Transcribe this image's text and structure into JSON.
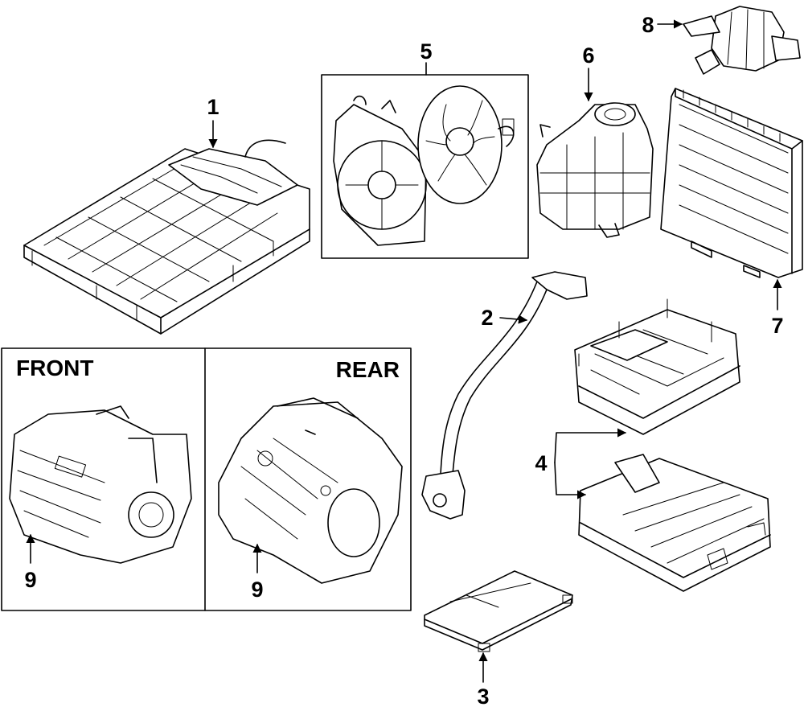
{
  "callouts": {
    "c1": "1",
    "c2": "2",
    "c3": "3",
    "c4": "4",
    "c5": "5",
    "c6": "6",
    "c7": "7",
    "c8": "8",
    "c9_front": "9",
    "c9_rear": "9"
  },
  "panels": {
    "front_label": "FRONT",
    "rear_label": "REAR"
  },
  "icons": {
    "battery": "battery-tray-icon",
    "cable": "hv-cable-icon",
    "module": "control-module-icon",
    "inverter": "inverter-icon",
    "fan": "cooling-fan-icon",
    "reservoir": "coolant-reservoir-icon",
    "radiator": "radiator-icon",
    "pump": "water-pump-icon",
    "motor": "drive-motor-icon"
  }
}
